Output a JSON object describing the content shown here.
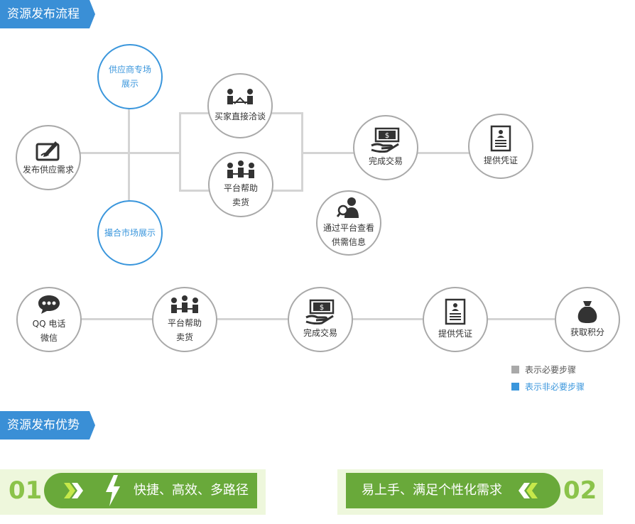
{
  "sections": {
    "process_title": "资源发布流程",
    "advantage_title": "资源发布优势"
  },
  "flow_top": {
    "publish": "发布供应需求",
    "supplier_show": "供应商专场\n展示",
    "match_show": "撮合市场展示",
    "buyer_talk": "买家直接洽谈",
    "platform_sell": "平台帮助\n卖货",
    "deal": "完成交易",
    "voucher": "提供凭证",
    "query": "通过平台查看\n供需信息"
  },
  "flow_bottom": {
    "contact": "QQ 电话\n微信",
    "platform_sell": "平台帮助\n卖货",
    "deal": "完成交易",
    "voucher": "提供凭证",
    "points": "获取积分"
  },
  "legend": {
    "required": "表示必要步骤",
    "optional": "表示非必要步骤",
    "required_color": "#a9a9a9",
    "optional_color": "#3a96dc"
  },
  "advantages": {
    "left_num": "01",
    "left_text": "快捷、高效、多路径",
    "right_num": "02",
    "right_text": "易上手、满足个性化需求",
    "accent": "#69a93a"
  }
}
